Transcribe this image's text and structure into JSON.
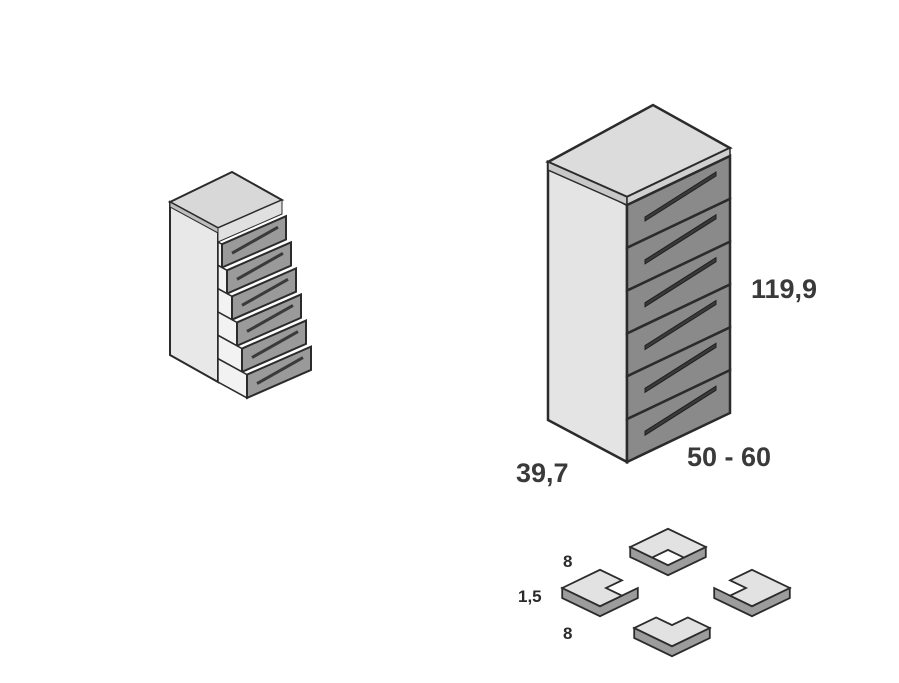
{
  "dimensions": {
    "height": "119,9",
    "depth": "39,7",
    "width": "50 - 60"
  },
  "feet_detail": {
    "size_top": "8",
    "thickness": "1,5",
    "size_bottom": "8"
  },
  "colors": {
    "outline": "#2b2b2b",
    "top_face": "#dcdcdc",
    "side_face": "#e6e6e6",
    "drawer_front": "#8a8a8a",
    "drawer_front_open": "#9a9a9a",
    "handle": "#3a3a3a",
    "foot_top": "#e2e2e2",
    "foot_side": "#9c9c9c"
  }
}
